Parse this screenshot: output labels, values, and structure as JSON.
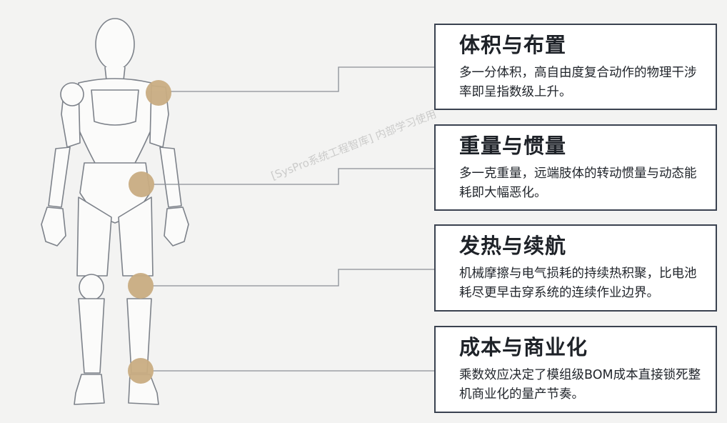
{
  "cards": [
    {
      "title": "体积与布置",
      "body": "多一分体积，高自由度复合动作的物理干涉率即呈指数级上升。"
    },
    {
      "title": "重量与惯量",
      "body": "多一克重量，远端肢体的转动惯量与动态能耗即大幅恶化。"
    },
    {
      "title": "发热与续航",
      "body": "机械摩擦与电气损耗的持续热积聚，比电池耗尽更早击穿系统的连续作业边界。"
    },
    {
      "title": "成本与商业化",
      "body": "乘数效应决定了模组级BOM成本直接锁死整机商业化的量产节奏。"
    }
  ],
  "watermark": "[SysPro系统工程智库] 内部学习使用",
  "colors": {
    "joint": "#c9ad82",
    "card_border": "#3a4250",
    "connector": "#8a8f96",
    "figure_stroke": "#7d828a"
  }
}
